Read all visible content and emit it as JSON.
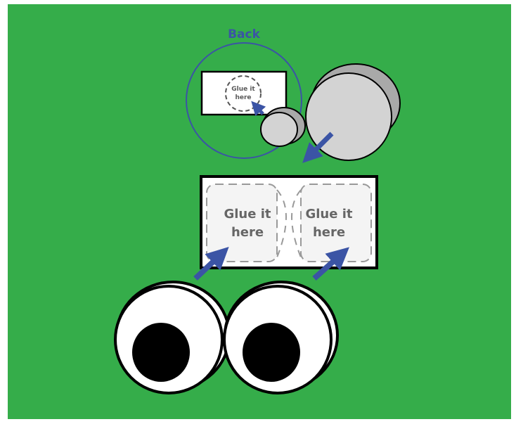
{
  "background_color": "#35ad4a",
  "accent_color": "#3b54a5",
  "back_view": {
    "heading": "Back",
    "glue_label_line1": "Glue it",
    "glue_label_line2": "here"
  },
  "front_card": {
    "left_glue_line1": "Glue it",
    "left_glue_line2": "here",
    "right_glue_line1": "Glue it",
    "right_glue_line2": "here"
  },
  "icons": {
    "small_disc": "grey-disc-icon",
    "large_disc": "grey-disc-icon",
    "eyes": "googly-eye-icon",
    "arrows": "arrow-icon"
  }
}
